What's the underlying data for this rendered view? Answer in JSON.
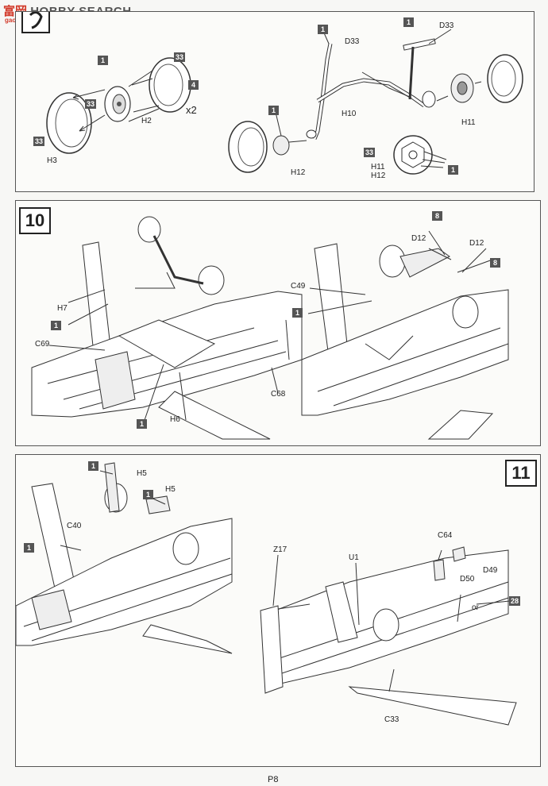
{
  "watermark": {
    "part1": "富岡",
    "part2": "HOBBY SEARCH",
    "sub": "gao.shop.com"
  },
  "step9": {
    "labels": {
      "h2": "H2",
      "h3": "H3",
      "h11": "H11",
      "h12": "H12",
      "h11h12": "H11\nH12",
      "d33a": "D33",
      "d33b": "D33",
      "h10": "H10",
      "x2": "x2"
    },
    "colors": {
      "c1": "1",
      "c33": "33",
      "c4": "4"
    }
  },
  "step10": {
    "number": "10",
    "labels": {
      "h7": "H7",
      "c69": "C69",
      "h6": "H6",
      "c68": "C68",
      "c49": "C49",
      "d12a": "D12",
      "d12b": "D12"
    },
    "colors": {
      "c1": "1",
      "c8": "8"
    }
  },
  "step11": {
    "number": "11",
    "labels": {
      "h5a": "H5",
      "h5b": "H5",
      "c40": "C40",
      "z17": "Z17",
      "u1": "U1",
      "c64": "C64",
      "d50": "D50",
      "d49": "D49",
      "or": "or",
      "c33": "C33"
    },
    "colors": {
      "c1": "1",
      "c28": "28"
    }
  },
  "page_number": "P8"
}
